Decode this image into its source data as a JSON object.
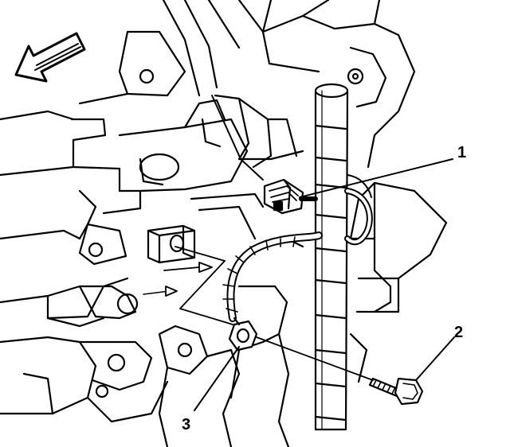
{
  "callouts": {
    "c1": "1",
    "c2": "2",
    "c3": "3"
  },
  "icons": {
    "direction_arrow": "front-direction-arrow-icon"
  },
  "colors": {
    "line": "#000000",
    "background": "#ffffff"
  }
}
